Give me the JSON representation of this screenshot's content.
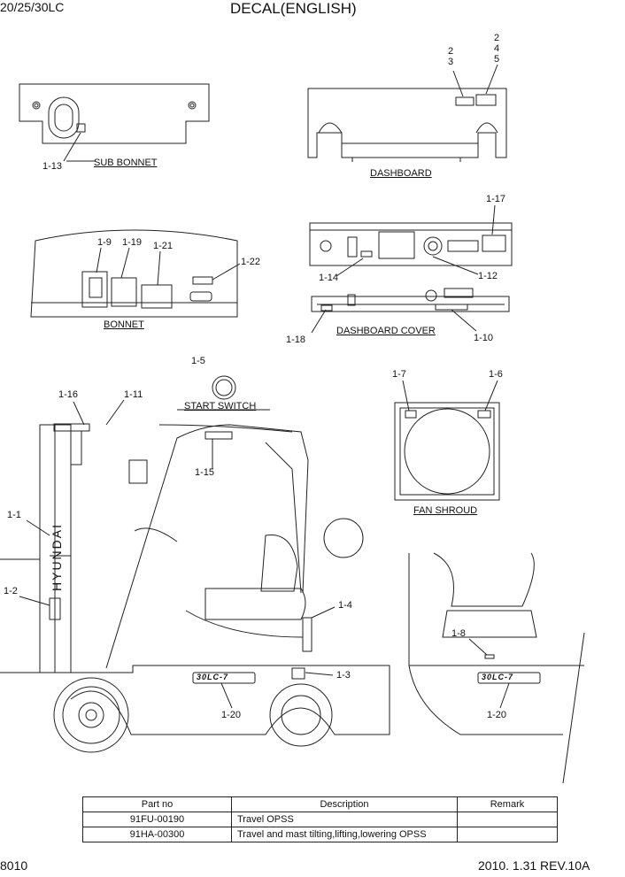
{
  "header": {
    "model": "20/25/30LC",
    "title": "DECAL(ENGLISH)"
  },
  "views": {
    "sub_bonnet": "SUB BONNET",
    "dashboard": "DASHBOARD",
    "bonnet": "BONNET",
    "dashboard_cover": "DASHBOARD COVER",
    "start_switch": "START SWITCH",
    "fan_shroud": "FAN SHROUD"
  },
  "callouts": {
    "c1_13": "1-13",
    "c2a": "2",
    "c3": "3",
    "c2b": "2",
    "c4": "4",
    "c5": "5",
    "c1_9": "1-9",
    "c1_19": "1-19",
    "c1_21": "1-21",
    "c1_22": "1-22",
    "c1_17": "1-17",
    "c1_14": "1-14",
    "c1_12": "1-12",
    "c1_18": "1-18",
    "c1_10": "1-10",
    "c1_5": "1-5",
    "c1_16": "1-16",
    "c1_11": "1-11",
    "c1_15": "1-15",
    "c1_7": "1-7",
    "c1_6": "1-6",
    "c1_1": "1-1",
    "c1_2": "1-2",
    "c1_4": "1-4",
    "c1_3": "1-3",
    "c1_20a": "1-20",
    "c1_8": "1-8",
    "c1_20b": "1-20"
  },
  "mast_text": "HYUNDAI",
  "model_badge": "30LC-7",
  "parts_table": {
    "headers": [
      "Part no",
      "Description",
      "Remark"
    ],
    "rows": [
      [
        "91FU-00190",
        "Travel OPSS",
        ""
      ],
      [
        "91HA-00300",
        "Travel and mast tilting,lifting,lowering OPSS",
        ""
      ]
    ]
  },
  "footer": {
    "page": "8010",
    "revision": "2010. 1.31  REV.10A"
  }
}
